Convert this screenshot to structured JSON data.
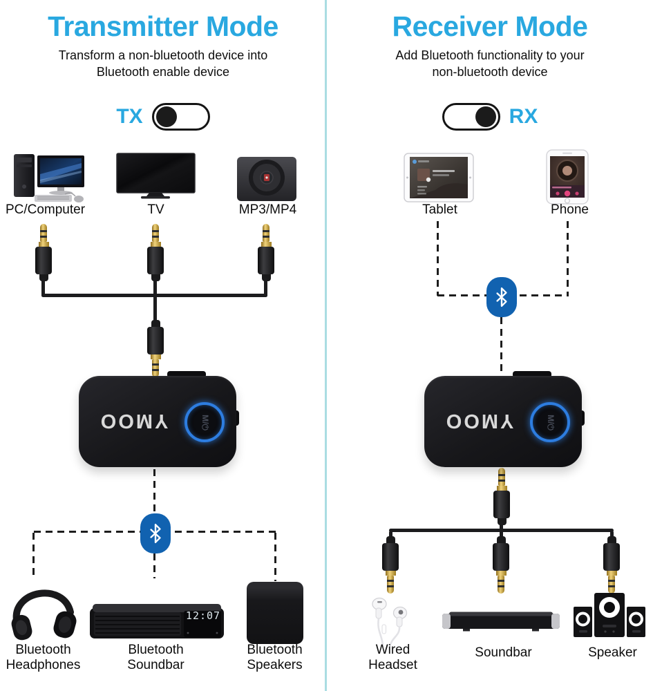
{
  "colors": {
    "accent_blue": "#29a8e0",
    "bluetooth_blue": "#1162b0",
    "divider": "#aadde2"
  },
  "transmitter": {
    "title": "Transmitter Mode",
    "subtitle": "Transform a non-bluetooth device into\nBluetooth enable device",
    "toggle_label": "TX",
    "toggle_state": "left",
    "sources": [
      {
        "label": "PC/Computer"
      },
      {
        "label": "TV"
      },
      {
        "label": "MP3/MP4"
      }
    ],
    "outputs": [
      {
        "label": "Bluetooth\nHeadphones"
      },
      {
        "label": "Bluetooth\nSoundbar"
      },
      {
        "label": "Bluetooth\nSpeakers"
      }
    ],
    "soundbar_display": "12:07"
  },
  "receiver": {
    "title": "Receiver Mode",
    "subtitle": "Add Bluetooth functionality to your\nnon-bluetooth device",
    "toggle_label": "RX",
    "toggle_state": "right",
    "sources": [
      {
        "label": "Tablet"
      },
      {
        "label": "Phone"
      }
    ],
    "outputs": [
      {
        "label": "Wired\nHeadset"
      },
      {
        "label": "Soundbar"
      },
      {
        "label": "Speaker"
      }
    ]
  },
  "device": {
    "brand": "YMOO",
    "button_label": "M/⏻"
  }
}
